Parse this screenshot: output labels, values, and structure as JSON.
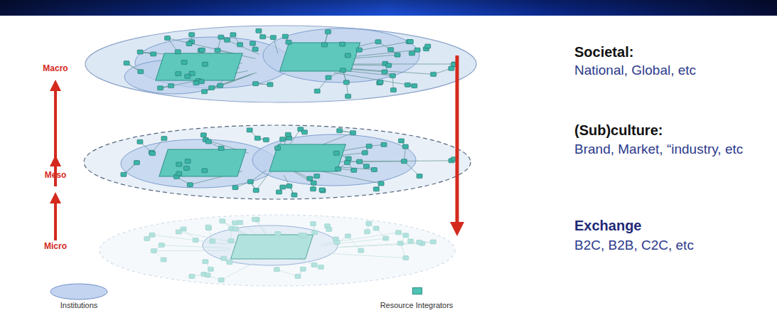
{
  "diagram": {
    "labels": [
      "Macro",
      "Meso",
      "Micro",
      "Societal:",
      "National, Global, etc",
      "(Sub)culture:",
      "Brand, Market, “industry, etc",
      "Exchange",
      "B2C, B2B, C2C, etc"
    ],
    "legend": [
      {
        "text": "Institutions"
      },
      {
        "text": "Resource Integrators",
        "color": "#4fc3b4"
      }
    ]
  }
}
